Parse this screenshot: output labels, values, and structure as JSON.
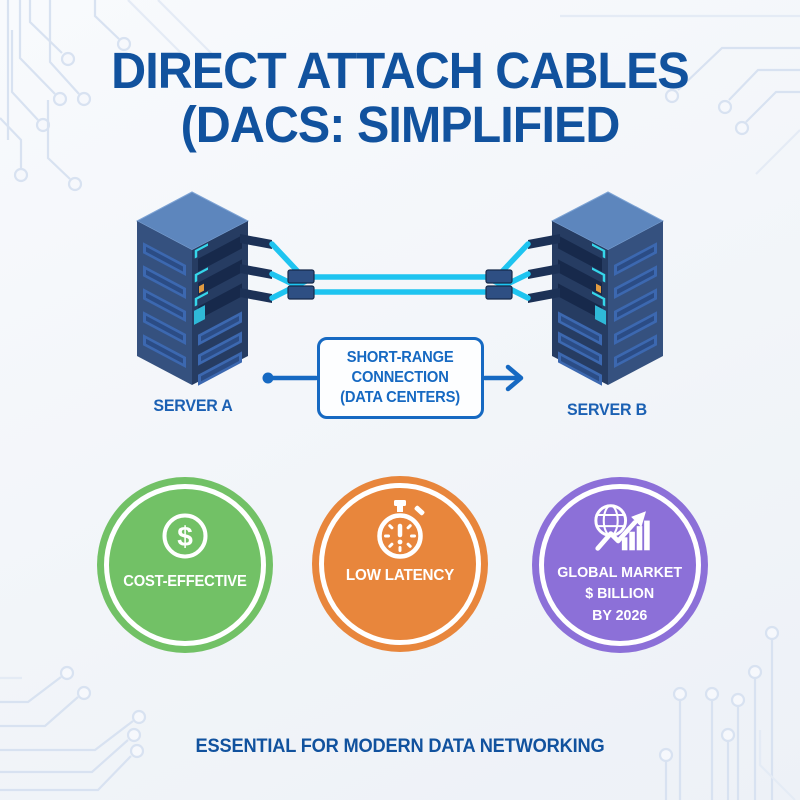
{
  "header": {
    "title_line1": "DIRECT ATTACH CABLES",
    "title_line2": "(DACS: SIMPLIFIED"
  },
  "diagram": {
    "server_a_label": "SERVER A",
    "server_b_label": "SERVER B",
    "connection_box": {
      "line1": "SHORT-RANGE",
      "line2": "CONNECTION",
      "line3": "(DATA CENTERS)"
    }
  },
  "badges": [
    {
      "icon": "dollar-circle-icon",
      "icon_glyph": "$",
      "label": "COST-EFFECTIVE",
      "color": "#72c166"
    },
    {
      "icon": "stopwatch-icon",
      "label": "LOW LATENCY",
      "color": "#e8863c"
    },
    {
      "icon": "globe-growth-icon",
      "lines": [
        "GLOBAL MARKET",
        "$ BILLION",
        "BY 2026"
      ],
      "color": "#8c70d8"
    }
  ],
  "footer": {
    "tagline": "ESSENTIAL FOR MODERN DATA NETWORKING"
  },
  "colors": {
    "title_blue": "#11529e",
    "accent_blue": "#1669c2",
    "cable_cyan": "#1ec4f0",
    "server_navy": "#35517f",
    "background": "#f3f5f9"
  }
}
